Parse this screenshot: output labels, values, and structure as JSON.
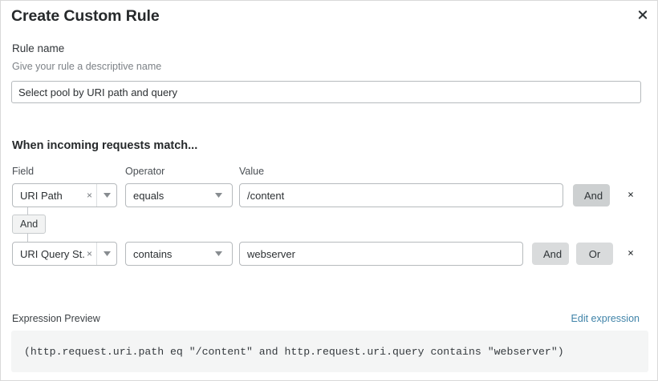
{
  "dialog": {
    "title": "Create Custom Rule",
    "close_icon": "close-icon"
  },
  "rule_name": {
    "label": "Rule name",
    "help": "Give your rule a descriptive name",
    "value": "Select pool by URI path and query",
    "placeholder": ""
  },
  "match_section": {
    "heading": "When incoming requests match...",
    "columns": {
      "field": "Field",
      "operator": "Operator",
      "value": "Value"
    },
    "connector": {
      "label": "And"
    },
    "rows": [
      {
        "field": "URI Path",
        "field_clear_icon": "clear-icon",
        "field_caret_icon": "chevron-down-icon",
        "operator": "equals",
        "operator_caret_icon": "chevron-down-icon",
        "value": "/content",
        "buttons": [
          "And"
        ],
        "delete_icon": "close-icon"
      },
      {
        "field": "URI Query St...",
        "field_clear_icon": "clear-icon",
        "field_caret_icon": "chevron-down-icon",
        "operator": "contains",
        "operator_caret_icon": "chevron-down-icon",
        "value": "webserver",
        "buttons": [
          "And",
          "Or"
        ],
        "delete_icon": "close-icon"
      }
    ]
  },
  "expression_preview": {
    "label": "Expression Preview",
    "edit_link": "Edit expression",
    "code": "(http.request.uri.path eq \"/content\" and http.request.uri.query contains \"webserver\")"
  },
  "colors": {
    "link": "#3f83a8",
    "button_strong": "#cdd0d1",
    "button_soft": "#d9dbdc",
    "code_background": "#f4f5f5",
    "border": "#b6babd"
  }
}
